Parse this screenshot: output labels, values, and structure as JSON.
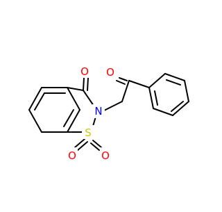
{
  "molecule": {
    "atoms": {
      "o_ketone": "O",
      "o_amide": "O",
      "nitrogen": "N",
      "sulfur": "S",
      "o_sulfonyl_1": "O",
      "o_sulfonyl_2": "O"
    }
  },
  "colors": {
    "bond": "#000000",
    "oxygen": "#ff0000",
    "nitrogen": "#0000ff",
    "sulfur": "#cccc00",
    "background": "#ffffff"
  }
}
